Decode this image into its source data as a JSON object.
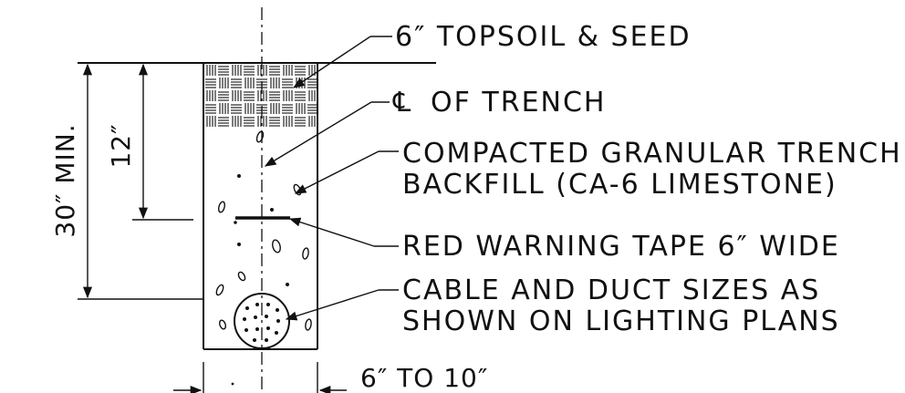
{
  "labels": {
    "topsoil": "6″ TOPSOIL & SEED",
    "centerline_symbol": "℄",
    "centerline_text": "OF TRENCH",
    "backfill_line1": "COMPACTED GRANULAR TRENCH",
    "backfill_line2": "BACKFILL (CA-6 LIMESTONE)",
    "tape": "RED WARNING TAPE 6″ WIDE",
    "cable_line1": "CABLE AND DUCT SIZES AS",
    "cable_line2": "SHOWN ON LIGHTING PLANS"
  },
  "dimensions": {
    "depth_min": "30″ MIN.",
    "tape_depth": "12″",
    "width": "6″ TO 10″"
  }
}
